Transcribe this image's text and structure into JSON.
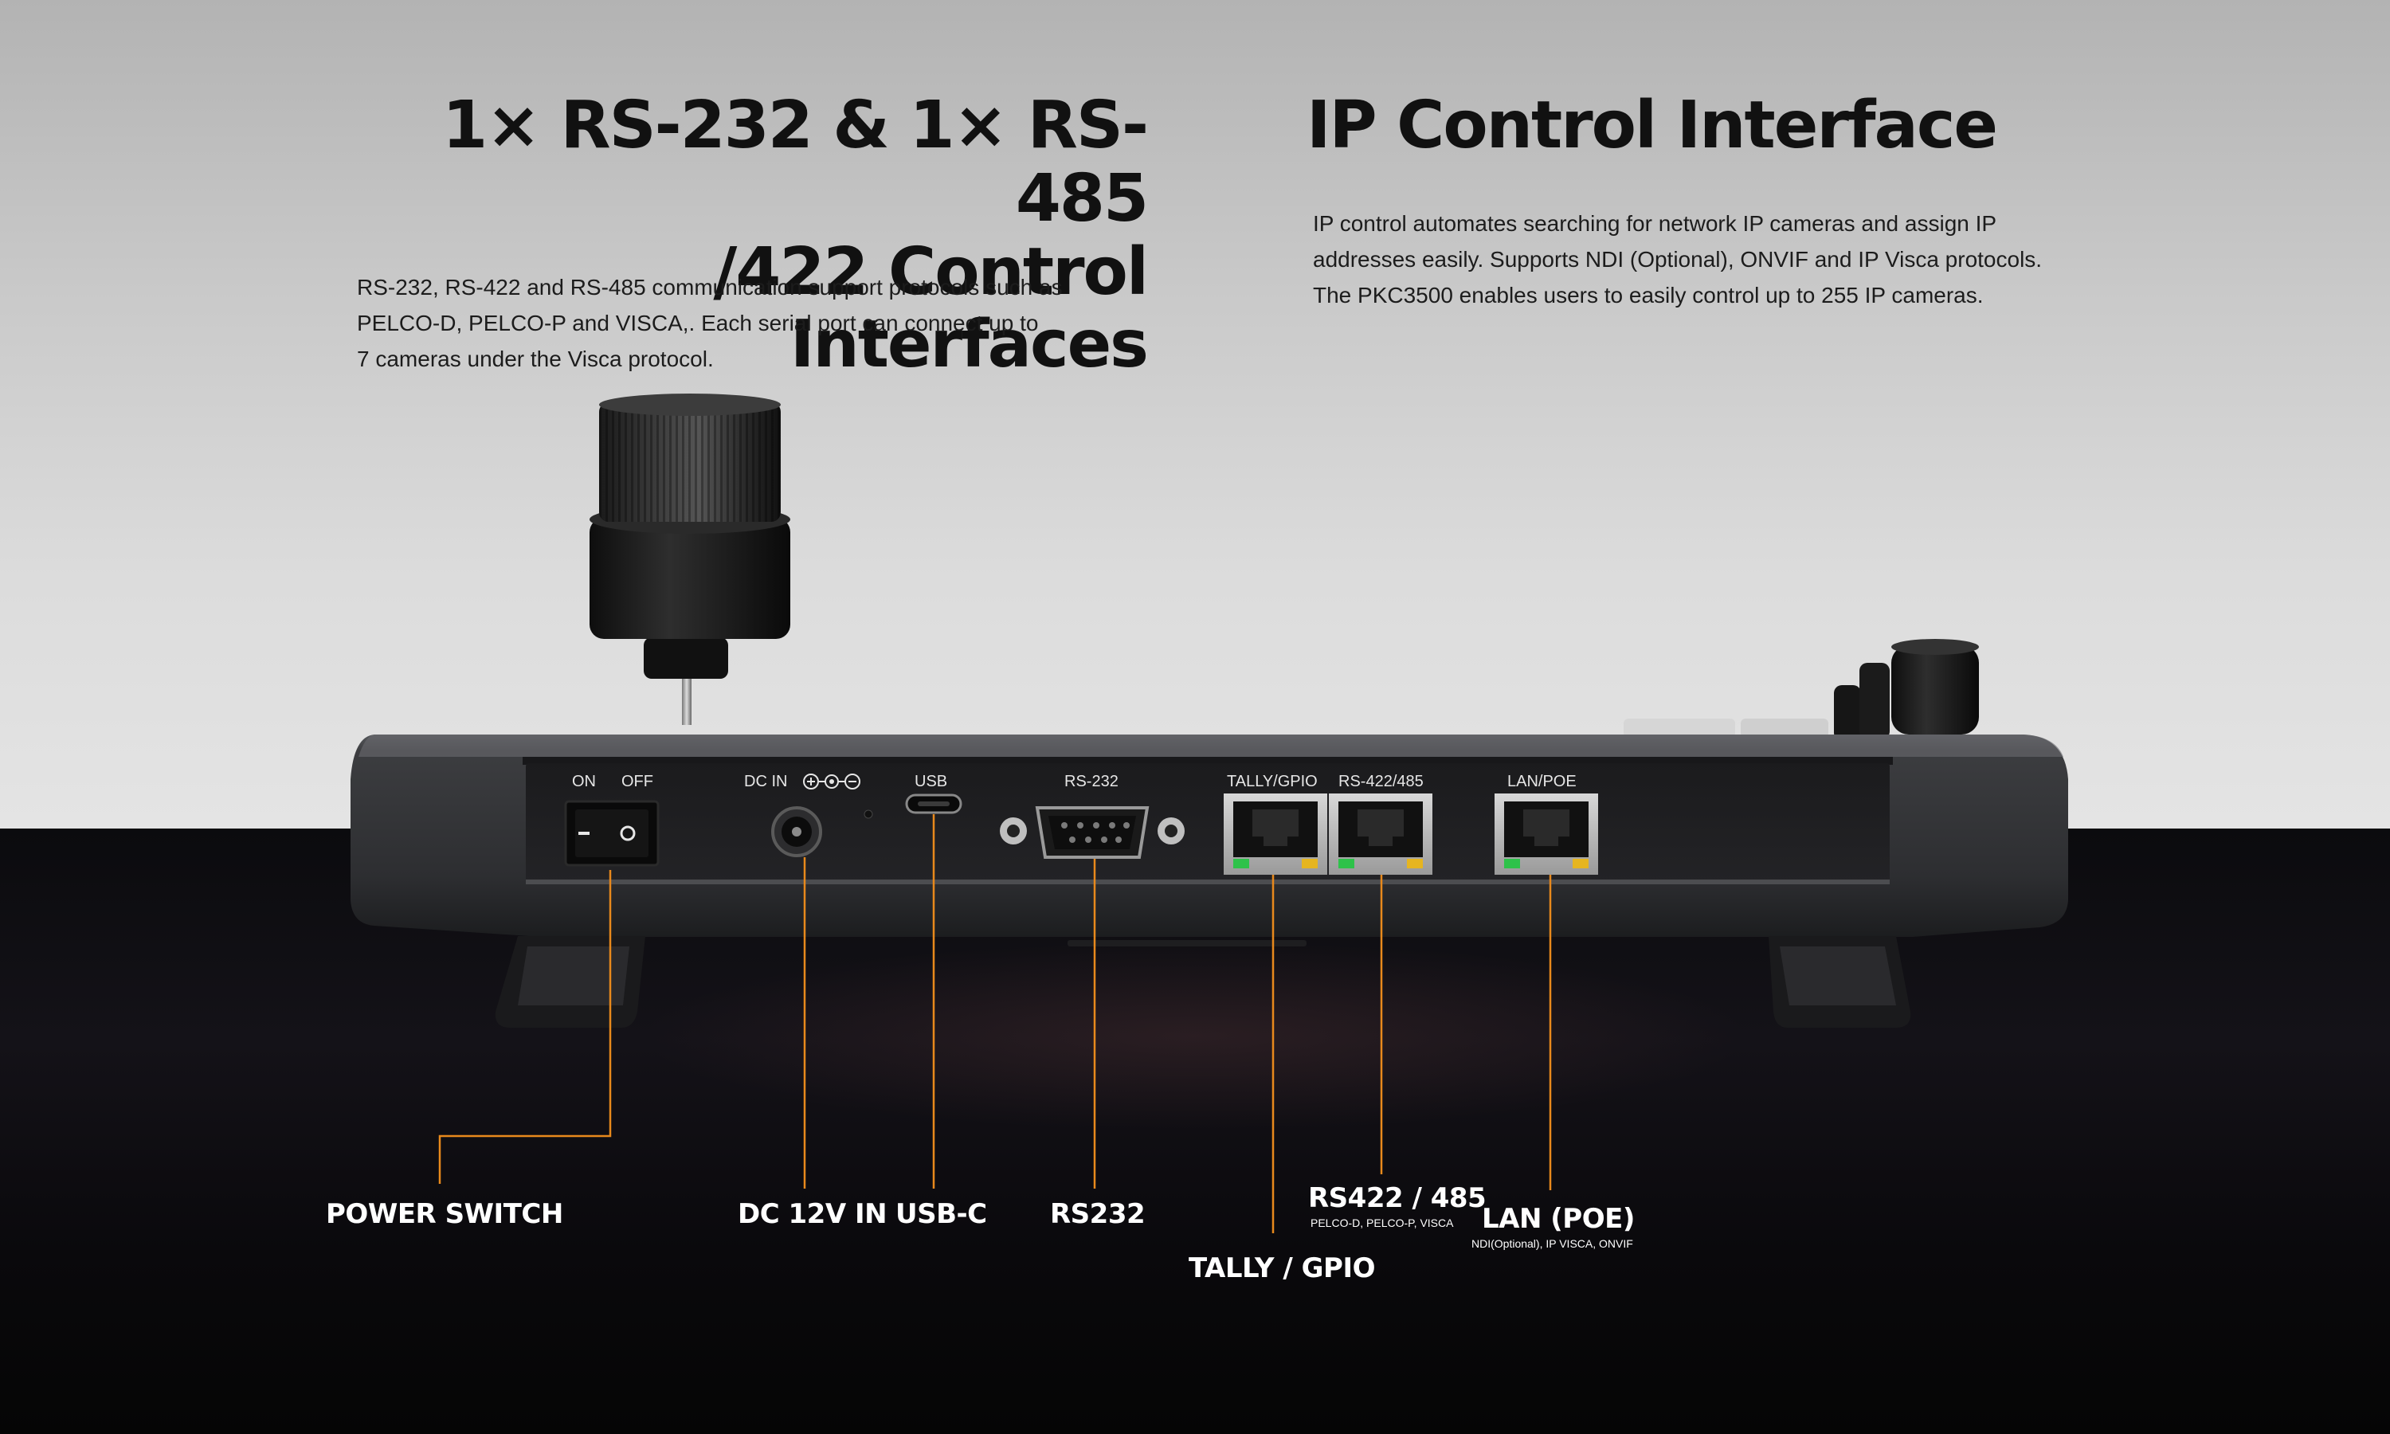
{
  "left_section": {
    "heading_line1": "1× RS-232 & 1× RS-485",
    "heading_line2": "/422 Control Interfaces",
    "description_line1": "RS-232, RS-422 and RS-485 communication support protocols such as",
    "description_line2": "PELCO-D, PELCO-P and VISCA,. Each serial port can connect up to",
    "description_line3": "7 cameras under the Visca protocol."
  },
  "right_section": {
    "heading": "IP Control Interface",
    "description_line1": "IP control automates searching for network IP cameras and  assign IP",
    "description_line2": "addresses easily. Supports NDI (Optional), ONVIF and IP Visca protocols.",
    "description_line3": "The PKC3500 enables users to easily control up to 255 IP cameras."
  },
  "panel_labels": {
    "on": "ON",
    "off": "OFF",
    "dc_in": "DC IN",
    "usb": "USB",
    "rs232": "RS-232",
    "tally_gpio": "TALLY/GPIO",
    "rs422_485": "RS-422/485",
    "lan_poe": "LAN/POE"
  },
  "callouts": {
    "power_switch": "POWER SWITCH",
    "dc_12v_in": "DC 12V IN",
    "usb_c": "USB-C",
    "rs232": "RS232",
    "tally_gpio": "TALLY / GPIO",
    "rs422_485": "RS422 / 485",
    "rs422_485_sub": "PELCO-D, PELCO-P, VISCA",
    "lan_poe": "LAN (POE)",
    "lan_poe_sub": "NDI(Optional), IP VISCA, ONVIF"
  },
  "colors": {
    "callout_line": "#e8891c",
    "text_dark": "#111111",
    "text_light": "#ffffff",
    "device_body": "#3a3b3e"
  }
}
